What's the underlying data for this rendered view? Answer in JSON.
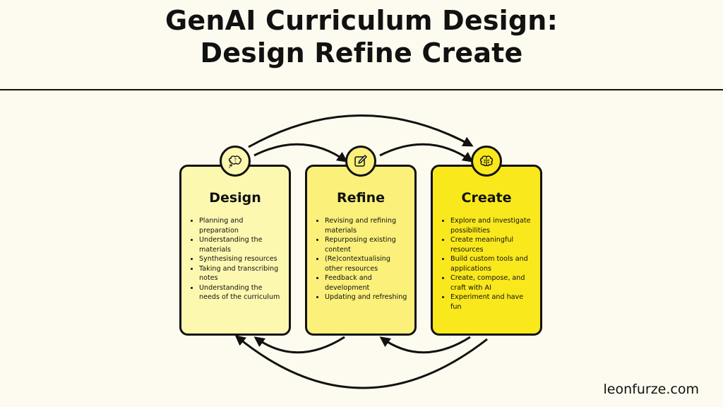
{
  "title": {
    "line1": "GenAI Curriculum Design:",
    "line2": "Design Refine Create"
  },
  "stages": [
    {
      "name": "Design",
      "icon": "thinking-bubble-icon",
      "color": "#fdf8b0",
      "items": [
        "Planning and preparation",
        "Understanding the materials",
        "Synthesising resources",
        "Taking and transcribing notes",
        "Understanding the needs of the curriculum"
      ]
    },
    {
      "name": "Refine",
      "icon": "pencil-edit-icon",
      "color": "#faf07a",
      "items": [
        "Revising and refining materials",
        "Repurposing existing content",
        "(Re)contextualising other resources",
        "Feedback and development",
        "Updating and refreshing"
      ]
    },
    {
      "name": "Create",
      "icon": "brain-icon",
      "color": "#f9e81c",
      "items": [
        "Explore and investigate possibilities",
        "Create meaningful resources",
        "Build custom tools and applications",
        "Create, compose, and craft with AI",
        "Experiment and have fun"
      ]
    }
  ],
  "footer": "leonfurze.com",
  "colors": {
    "background": "#fdfbef",
    "outline": "#111111"
  }
}
